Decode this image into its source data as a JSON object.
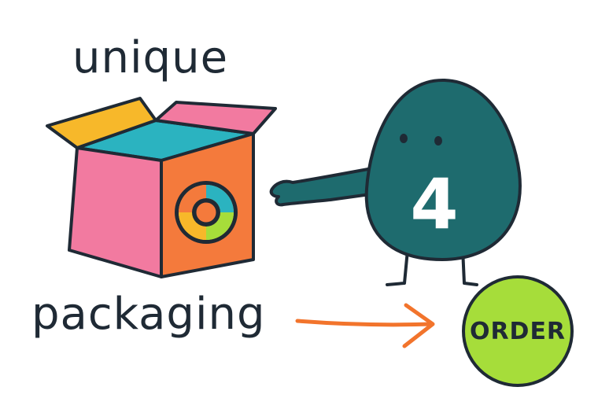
{
  "headline": {
    "top_word": "unique",
    "bottom_word": "packaging"
  },
  "mascot": {
    "number": "4",
    "color": "#1e6b6e"
  },
  "cta": {
    "label": "ORDER",
    "color": "#a6dd3a"
  },
  "box": {
    "front_color": "#f27aa0",
    "side_color": "#f47a3c",
    "inner_color": "#2bb3c0",
    "left_flap_color": "#f7b82a",
    "right_flap_color": "#f27aa0"
  },
  "arrow": {
    "color": "#f2742c"
  },
  "icons": {
    "logo": "ring-logo-icon",
    "arrow": "arrow-right-icon",
    "box": "open-box-icon",
    "mascot": "blob-mascot-icon"
  }
}
